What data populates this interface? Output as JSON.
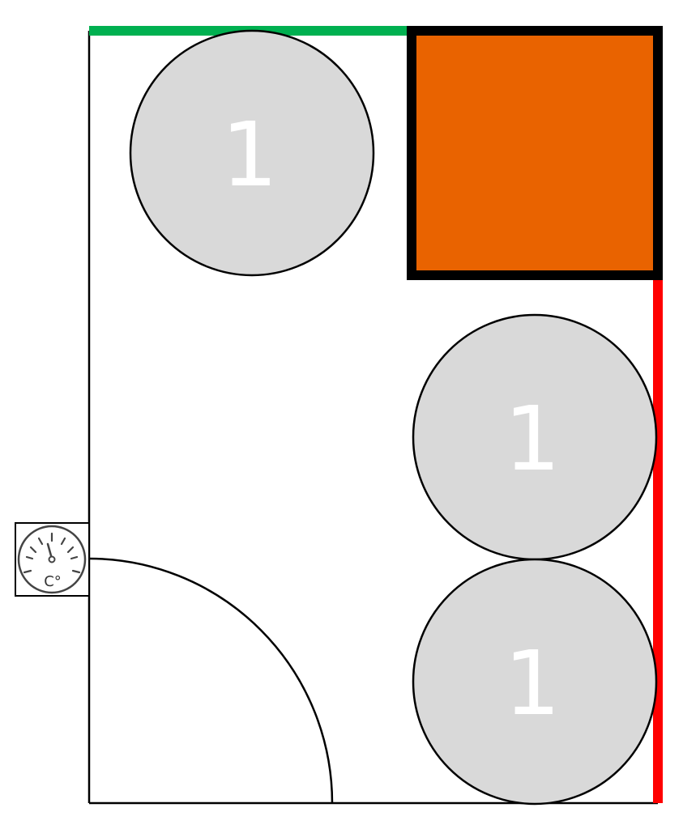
{
  "diagram": {
    "wall_colors": {
      "outline": "#000000",
      "top_accent": "#00b050",
      "right_accent": "#ff0000"
    },
    "fill_colors": {
      "circle": "#d9d9d9",
      "block": "#e96300",
      "background": "#ffffff"
    },
    "circles": [
      {
        "label": "1"
      },
      {
        "label": "1"
      },
      {
        "label": "1"
      }
    ],
    "block": {
      "name": "orange-block"
    },
    "door": {
      "type": "quarter-arc-swing"
    },
    "thermometer": {
      "icon": "thermometer-gauge-icon",
      "unit_label": "C°"
    }
  }
}
